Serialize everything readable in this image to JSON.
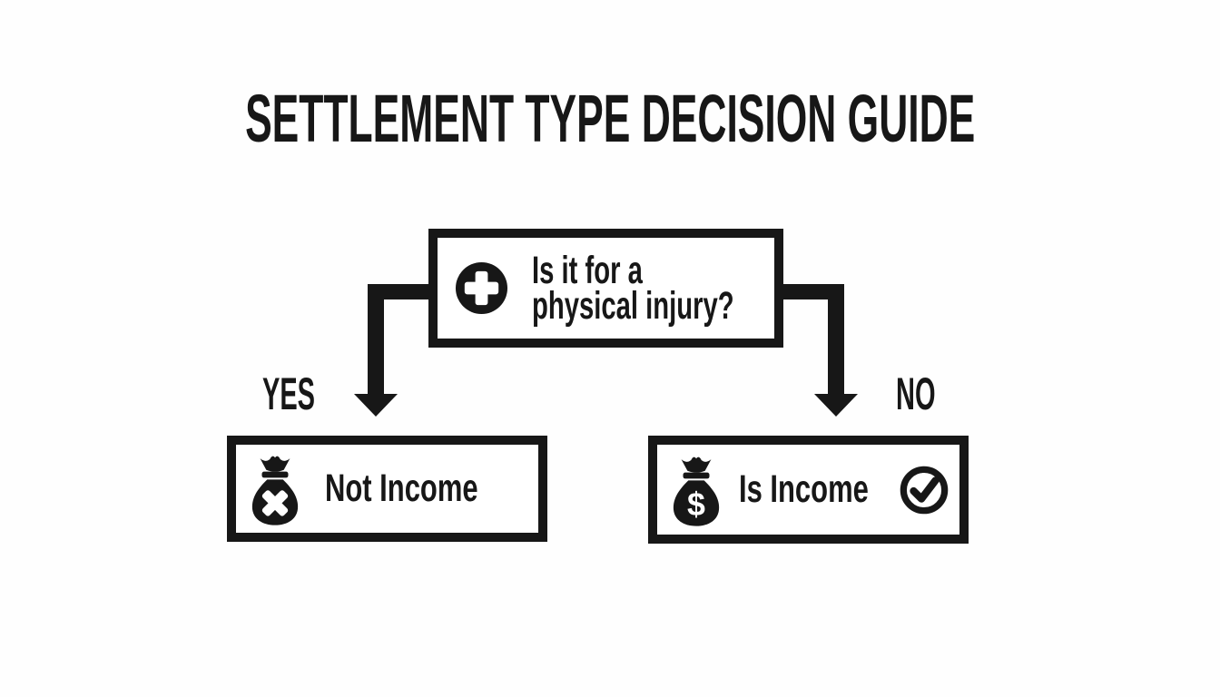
{
  "colors": {
    "background": "#fefefe",
    "ink": "#171717"
  },
  "title": "SETTLEMENT TYPE DECISION GUIDE",
  "flowchart": {
    "question": {
      "icon": "medical-cross",
      "line1": "Is it for a",
      "line2": "physical injury?"
    },
    "yes_branch": {
      "label": "YES",
      "result": "Not Income",
      "icon": "money-bag-x"
    },
    "no_branch": {
      "label": "NO",
      "result": "Is Income",
      "icon": "money-bag-dollar",
      "currency_symbol": "$",
      "badge_icon": "check-circle"
    }
  }
}
